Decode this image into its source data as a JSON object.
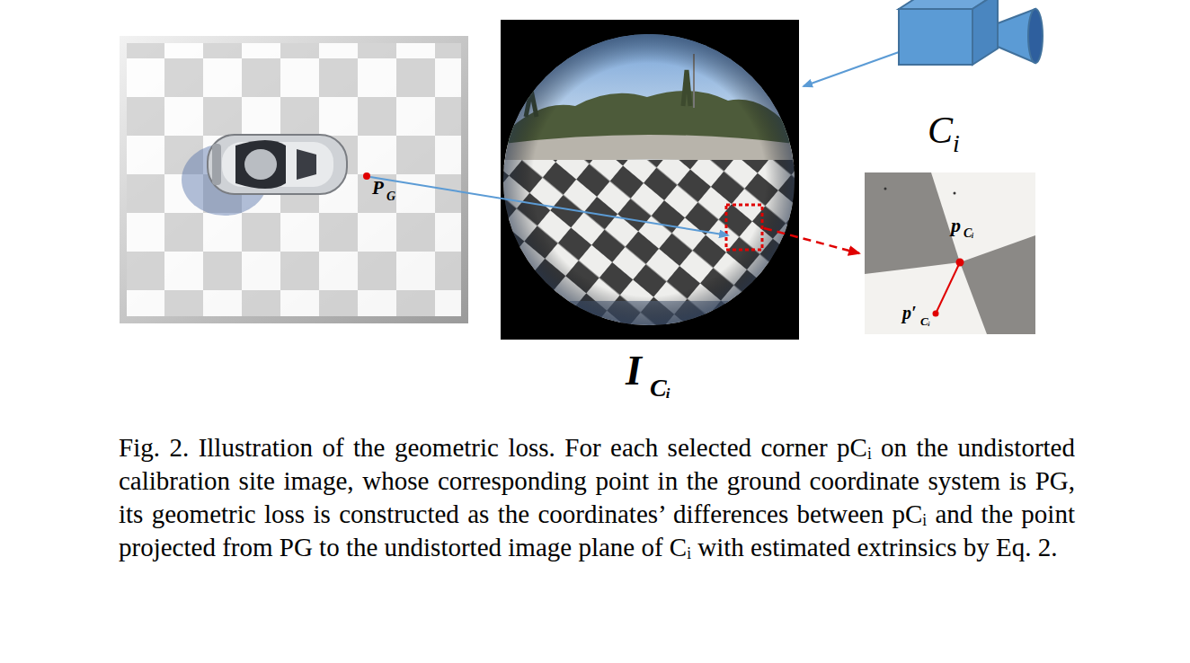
{
  "diagram": {
    "caption": "Fig. 2.  Illustration of the geometric loss. For each selected corner pCᵢ on the undistorted calibration site image, whose corresponding point in the ground coordinate system is PG, its geometric loss is constructed as the coordinates’ differences between pCᵢ and the point projected from PG to the undistorted image plane of Cᵢ with estimated extrinsics by Eq. 2.",
    "labels": [
      "P",
      "G",
      "I",
      "Cᵢ",
      "C",
      "i",
      "p",
      "Cᵢ",
      "p′",
      "Cᵢ"
    ]
  }
}
